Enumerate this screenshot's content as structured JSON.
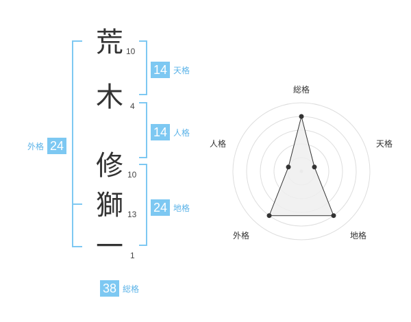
{
  "name": {
    "chars": [
      {
        "char": "荒",
        "strokes": "10"
      },
      {
        "char": "木",
        "strokes": "4"
      },
      {
        "char": "修",
        "strokes": "10"
      },
      {
        "char": "獅",
        "strokes": "13"
      },
      {
        "char": "一",
        "strokes": "1"
      }
    ]
  },
  "fortune": {
    "tenkaku": {
      "value": "14",
      "label": "天格"
    },
    "jinkaku": {
      "value": "14",
      "label": "人格"
    },
    "chikaku": {
      "value": "24",
      "label": "地格"
    },
    "gaikaku": {
      "value": "24",
      "label": "外格"
    },
    "soukaku": {
      "value": "38",
      "label": "総格"
    }
  },
  "chart_data": {
    "type": "radar",
    "axes": [
      "総格",
      "天格",
      "地格",
      "外格",
      "人格"
    ],
    "values": [
      4,
      1,
      4,
      4,
      1
    ],
    "max": 5,
    "rings": 5,
    "colors": {
      "fill": "#efefef",
      "stroke": "#333333",
      "grid": "#dddddd"
    }
  },
  "colors": {
    "accent": "#7dc8f2",
    "accent_text": "#5bb3e8",
    "bracket": "#7dc8f2"
  }
}
